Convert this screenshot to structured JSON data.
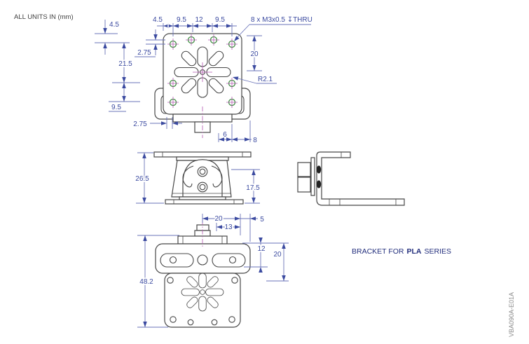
{
  "page": {
    "background": "#ffffff"
  },
  "notes": {
    "units": "ALL UNITS IN (mm)",
    "thread": "8 x M3x0.5 ↧THRU",
    "radius": "R2.1"
  },
  "caption": {
    "part1": "BRACKET FOR",
    "part2": "PLA",
    "part3": "SERIES"
  },
  "doc_code": "VBA090A-E01A",
  "top_view": {
    "dims": {
      "top_margin": "4.5",
      "pitch_a": "9.5",
      "pitch_b": "12",
      "pitch_c": "9.5",
      "left_margin": "4.5",
      "row_offset": "2.75",
      "row_pitch_a": "21.5",
      "row_pitch_b": "9.5",
      "bottom_offset": "2.75",
      "bottom_a": "6",
      "bottom_b": "8",
      "right_height": "20"
    }
  },
  "front_view": {
    "dims": {
      "overall_height": "26.5",
      "body_height": "17.5"
    }
  },
  "bottom_view": {
    "dims": {
      "hub_width": "20",
      "inner_width": "13",
      "edge_margin": "5",
      "upper_height": "12",
      "plate_height": "20",
      "overall_height": "48.2"
    }
  },
  "colors": {
    "dimension": "#3b4aa0",
    "object": "#474747",
    "hole_green": "#3e8e41",
    "centerline_magenta": "#b457b2",
    "caption_navy": "#232f7d",
    "doc_code_gray": "#8c8c8c"
  }
}
